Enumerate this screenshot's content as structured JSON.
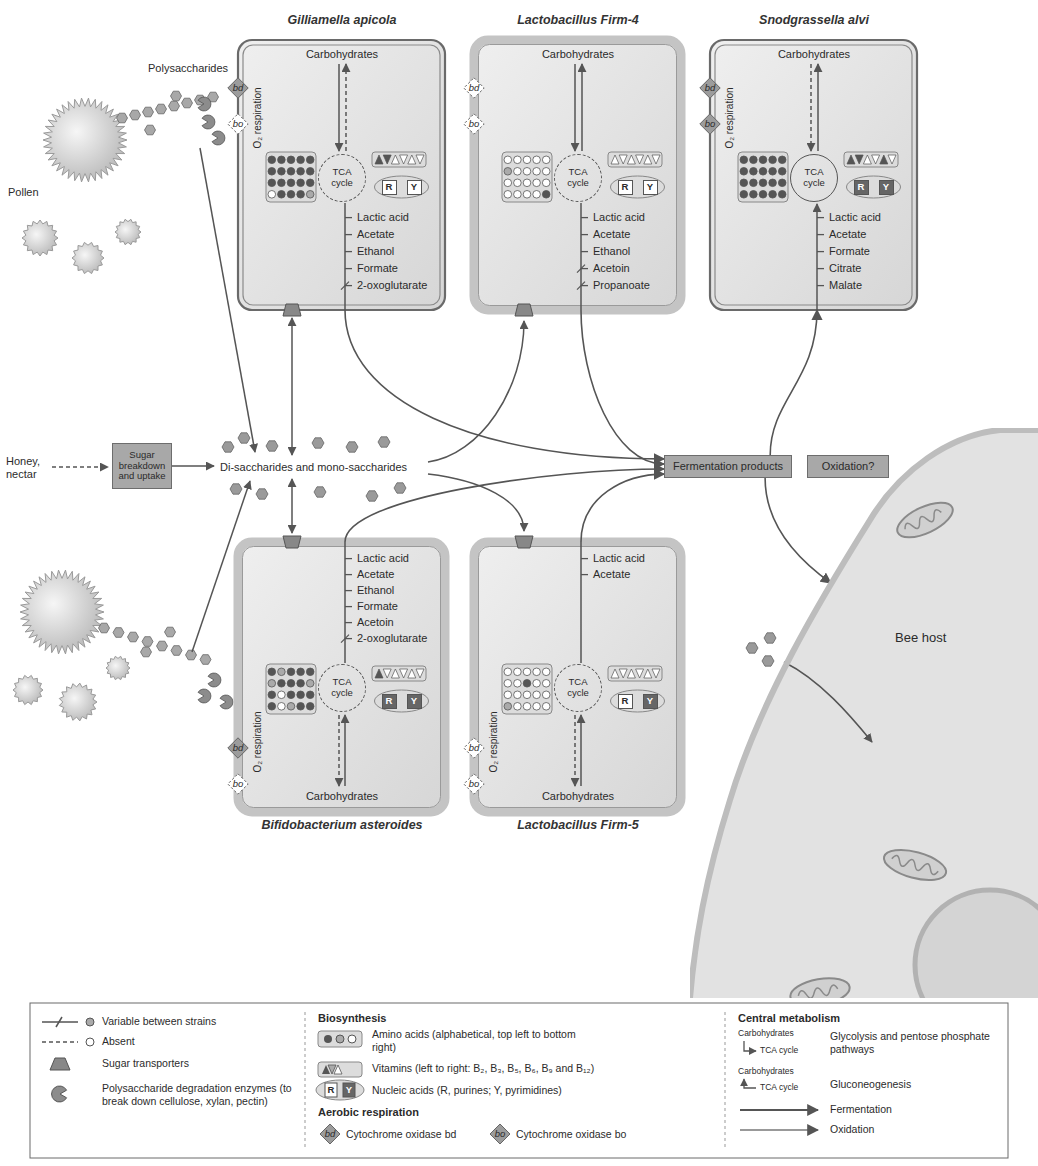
{
  "diagram": {
    "nodes": [
      {
        "text": [
          "Gilliamella apicola",
          "Carbohydrates",
          "O₂ respiration",
          "Lactic acid",
          "Acetate",
          "Ethanol",
          "Formate",
          "2-oxoglutarate"
        ]
      },
      {
        "text": [
          "bd"
        ],
        "in": 0
      },
      {
        "text": [
          "bo"
        ],
        "in": 0
      },
      {
        "text": [
          "TCA cycle"
        ],
        "in": 0
      },
      {
        "text": [
          "R"
        ],
        "in": 0
      },
      {
        "text": [
          "Y"
        ],
        "in": 0
      },
      {
        "text": [
          "Lactobacillus Firm-4",
          "Carbohydrates",
          "Lactic acid",
          "Acetate",
          "Ethanol",
          "Acetoin",
          "Propanoate"
        ]
      },
      {
        "text": [
          "bd"
        ],
        "in": 6
      },
      {
        "text": [
          "bo"
        ],
        "in": 6
      },
      {
        "text": [
          "TCA cycle"
        ],
        "in": 6
      },
      {
        "text": [
          "R"
        ],
        "in": 6
      },
      {
        "text": [
          "Y"
        ],
        "in": 6
      },
      {
        "text": [
          "Snodgrassella alvi",
          "Carbohydrates",
          "O₂ respiration",
          "Lactic acid",
          "Acetate",
          "Formate",
          "Citrate",
          "Malate"
        ]
      },
      {
        "text": [
          "bd"
        ],
        "in": 12
      },
      {
        "text": [
          "bo"
        ],
        "in": 12
      },
      {
        "text": [
          "TCA cycle"
        ],
        "in": 12
      },
      {
        "text": [
          "R"
        ],
        "in": 12
      },
      {
        "text": [
          "Y"
        ],
        "in": 12
      },
      {
        "text": [
          "Sugar breakdown and uptake"
        ]
      },
      {
        "text": [
          "Fermentation products"
        ]
      },
      {
        "text": [
          "Oxidation?"
        ]
      },
      {
        "text": [
          "Bifidobacterium asteroides",
          "Lactic acid",
          "Acetate",
          "Ethanol",
          "Formate",
          "Acetoin",
          "2-oxoglutarate",
          "O₂ respiration",
          "Carbohydrates"
        ]
      },
      {
        "text": [
          "bd"
        ],
        "in": 21
      },
      {
        "text": [
          "bo"
        ],
        "in": 21
      },
      {
        "text": [
          "TCA cycle"
        ],
        "in": 21
      },
      {
        "text": [
          "R"
        ],
        "in": 21
      },
      {
        "text": [
          "Y"
        ],
        "in": 21
      },
      {
        "text": [
          "Lactobacillus Firm-5",
          "Lactic acid",
          "Acetate",
          "O₂ respiration",
          "Carbohydrates"
        ]
      },
      {
        "text": [
          "bd"
        ],
        "in": 27
      },
      {
        "text": [
          "bo"
        ],
        "in": 27
      },
      {
        "text": [
          "TCA cycle"
        ],
        "in": 27
      },
      {
        "text": [
          "R"
        ],
        "in": 27
      },
      {
        "text": [
          "Y"
        ],
        "in": 27
      },
      {
        "text": [
          "Bee host"
        ]
      }
    ],
    "edges": [
      {
        "from": 0,
        "to": 19,
        "arrow": "to"
      },
      {
        "from": 6,
        "to": 19,
        "arrow": "to"
      },
      {
        "from": 21,
        "to": 19,
        "arrow": "to"
      },
      {
        "from": 27,
        "to": 19,
        "arrow": "to"
      },
      {
        "from": 19,
        "to": 12,
        "arrow": "to"
      },
      {
        "from": 19,
        "to": 33,
        "arrow": "to"
      }
    ],
    "labels": [
      "Pollen",
      "Polysaccharides",
      "Honey, nectar",
      "Di-saccharides and mono-saccharides",
      "Biosynthesis",
      "R",
      "Y",
      "Aerobic respiration",
      "bd",
      "bo",
      "Central metabolism",
      "Carbohydrates",
      "TCA cycle",
      "Carbohydrates",
      "TCA cycle"
    ],
    "legend": [
      {
        "text": "Variable between strains"
      },
      {
        "text": "Absent"
      },
      {
        "text": "Sugar transporters"
      },
      {
        "text": "Polysaccharide degradation enzymes (to break down cellulose, xylan, pectin)"
      },
      {
        "text": "Amino acids (alphabetical, top left to bottom right)"
      },
      {
        "text": "Vitamins (left to right: B₂, B₃, B₅, B₆, B₉ and B₁₂)"
      },
      {
        "text": "Nucleic acids (R, purines; Y, pyrimidines)"
      },
      {
        "text": "Cytochrome oxidase bd"
      },
      {
        "text": "Cytochrome oxidase bo"
      },
      {
        "text": "Glycolysis and pentose phosphate pathways"
      },
      {
        "text": "Gluconeogenesis"
      },
      {
        "text": "Fermentation"
      },
      {
        "text": "Oxidation"
      }
    ]
  }
}
